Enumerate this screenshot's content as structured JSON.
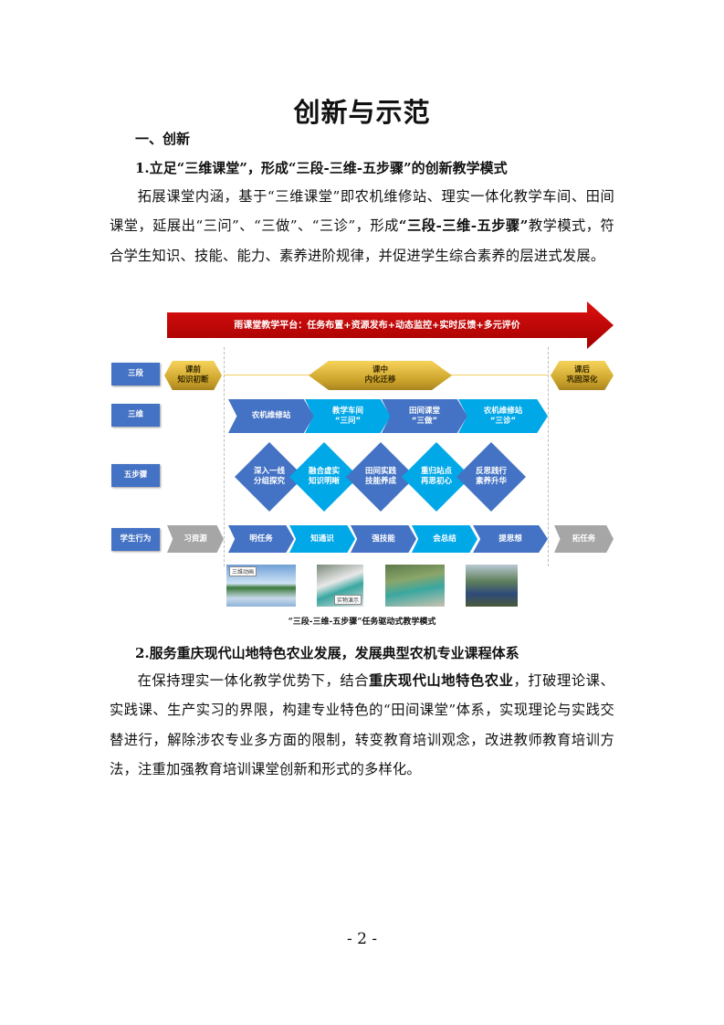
{
  "title": "创新与示范",
  "section1": {
    "heading": "一、创新",
    "subheading": "1.立足“三维课堂”，形成“三段-三维-五步骤”的创新教学模式",
    "para_a": "拓展课堂内涵，基于“三维课堂”即农机维修站、理实一体化教学车间、田间课堂，延展出“三问”、“三做”、“三诊”，形成",
    "para_bold": "“三段-三维-五步骤”",
    "para_b": "教学模式，符合学生知识、技能、能力、素养进阶规律，并促进学生综合素养的层进式发展。"
  },
  "diagram": {
    "banner": "雨课堂教学平台：任务布置+资源发布+动态监控+实时反馈+多元评价",
    "row_labels": [
      "三段",
      "三维",
      "五步骤",
      "学生行为"
    ],
    "stages": [
      "课前\n知识初断",
      "课中\n内化迁移",
      "课后\n巩固深化"
    ],
    "dimensions": [
      "农机维修站",
      "教学车间\n“三问”",
      "田间课堂\n“三做”",
      "农机维修站\n“三诊”"
    ],
    "steps": [
      "深入一线\n分组探究",
      "融合虚实\n知识明晰",
      "田间实践\n技能养成",
      "重归站点\n再思初心",
      "反思践行\n素养升华"
    ],
    "behaviors": [
      "习资源",
      "明任务",
      "知通识",
      "强技能",
      "会总结",
      "提思想",
      "拓任务"
    ],
    "photo_labels": [
      "三维动画",
      "实物演示"
    ],
    "caption": "“三段-三维-五步骤”任务驱动式教学模式",
    "colors": {
      "banner": "#c00000",
      "dark_blue": "#4472c4",
      "light_blue": "#00a8e8",
      "gray": "#a6a6a6",
      "gold": "#e8bf3a"
    }
  },
  "section2": {
    "subheading": "2.服务重庆现代山地特色农业发展，发展典型农机专业课程体系",
    "para_a": "在保持理实一体化教学优势下，结合",
    "para_bold": "重庆现代山地特色农业",
    "para_b": "，打破理论课、实践课、生产实习的界限，构建专业特色的“田间课堂”体系，实现理论与实践交替进行，解除涉农专业多方面的限制，转变教育培训观念，改进教师教育培训方法，注重加强教育培训课堂创新和形式的多样化。"
  },
  "page_number": "- 2 -"
}
